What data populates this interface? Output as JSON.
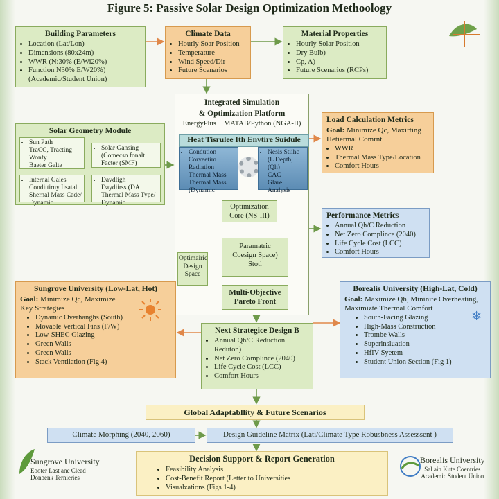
{
  "title": "Figure 5: Passive Solar Design Optimization Methoology",
  "building": {
    "heading": "Building Parameters",
    "items": [
      "Location (Lat/Lon)",
      "Dimensions (80x24m)",
      "WWR (N:30% (E/Wi20%)",
      "Function N30% E/W20%)",
      "(Academic/Student Union)"
    ]
  },
  "climate": {
    "heading": "Climate Data",
    "items": [
      "Hourly Soar Position",
      "Temperature",
      "Wind Speed/Dir",
      "Future Scenarios"
    ]
  },
  "material": {
    "heading": "Material Properties",
    "items": [
      "Hourly Solar Position",
      "Dry Bulb)",
      "Cp, A)",
      "Future Scenarios (RCPs)"
    ]
  },
  "platform": {
    "heading1": "Integrated Simulation",
    "heading2": "& Optimization Platform",
    "tools": "EnergyPlus + MATAB/Python (NGA-II)"
  },
  "heat": {
    "heading": "Heat Tisrulee Ith Envtire Suidule",
    "left": [
      "Condution Corveetim",
      "Radiation",
      "Thermal Mass",
      "Thermal Mass",
      "(Dynamic"
    ],
    "right": [
      "Nesis Stiihc",
      "(L Depth, (Qh)",
      "CAC",
      "Glare Analysis"
    ]
  },
  "solar": {
    "heading": "Solar Geometry Module",
    "sub1": [
      "Sun Path",
      "TraCC, Tracting",
      "Wonfy",
      "Baeter Galte"
    ],
    "sub2": [
      "Solar Gansing",
      "(Comecsn fonalt",
      "Facter (SMF)"
    ],
    "sub3": [
      "Internal Gales",
      "Condittirny Iisatal",
      "Shernal Mass Cade/",
      "Dynamic"
    ],
    "sub4": [
      "Davdligh",
      "Daydiirss (DA",
      "Thermal Mass Type/",
      "Dynamic"
    ]
  },
  "load": {
    "heading": "Load Calculation Metrics",
    "goal_label": "Goal:",
    "goal_text": "Minimize Qc, Maxirting Hetiermal Comrnt",
    "items": [
      "WWR",
      "Thermal Mass Type/Location",
      "Comfort Hours"
    ]
  },
  "performance": {
    "heading": "Performance Metrics",
    "items": [
      "Annual Qh/C Reduction",
      "Net Zero Complince (2040)",
      "Life Cycle Cost (LCC)",
      "Comfort Hours"
    ]
  },
  "opt_core": {
    "line1": "Optimization",
    "line2": "Core (NS-III)"
  },
  "parametric": {
    "line1": "Paramatric",
    "line2": "Coesign Space)",
    "line3": "Stotl"
  },
  "optimaric": {
    "line1": "Optimairic",
    "line2": "Design",
    "line3": "Space"
  },
  "pareto": {
    "line1": "Multi-Objective",
    "line2": "Pareto Front"
  },
  "sungrove": {
    "heading": "Sungrove University (Low-Lat, Hot)",
    "goal_label": "Goal:",
    "goal_text": "Minimize Qc, Maximize",
    "strategies_label": "Key Strategies",
    "items": [
      "Dynamic Overhanghs (South)",
      "Movable Vertical Fins (F/W)",
      "Low-SHEC Glazing",
      "Green Walls",
      "Green Walls",
      "Stack Ventilation (Fig 4)"
    ]
  },
  "nextdesign": {
    "heading": "Next Strategice Design B",
    "items": [
      "Annual Qh/C Reduction Reduton)",
      "Net Zero Complince (2040)",
      "Life Cycle Cost (LCC)",
      "Comfort Hours"
    ]
  },
  "borealis": {
    "heading": "Borealis University (High-Lat, Cold)",
    "goal_label": "Goal:",
    "goal_text": "Maximize Qh, Mininite Overheating, Maximizte Thermal Comfort",
    "items": [
      "South-Facing Glazing",
      "High-Mass Construction",
      "Trombe Walls",
      "Superinsluation",
      "HfIV Syetem",
      "Student Union Section (Fig 1)"
    ]
  },
  "global": {
    "label": "Global Adaptabllity & Future Scenarios"
  },
  "morph": {
    "label": "Climate Morphing (2040, 2060)"
  },
  "matrix": {
    "label": "Design Guideline Matrix (Lati/Climate Type  Robusbness Assesssent )"
  },
  "decision": {
    "heading": "Decision Support & Report Generation",
    "items": [
      "Feasibility Analysis",
      "Cost-Benefit Report (Letter to Universities",
      "Visualzations (Figs 1-4)"
    ]
  },
  "logo_left": {
    "name": "Sungrove University",
    "line2": "Eooter Last anc Clead",
    "line3": "Donbenk Ternieries"
  },
  "logo_right": {
    "name": "Borealis University",
    "line2": "Sal ain Kute Coentries",
    "line3": "Academic Student Union"
  },
  "colors": {
    "green": "#dcebc4",
    "orange": "#f6cf9a",
    "blue": "#cfe0f2",
    "pale": "#fbf0c4",
    "arrow_orange": "#e0884a",
    "arrow_green": "#6e9a4a"
  }
}
